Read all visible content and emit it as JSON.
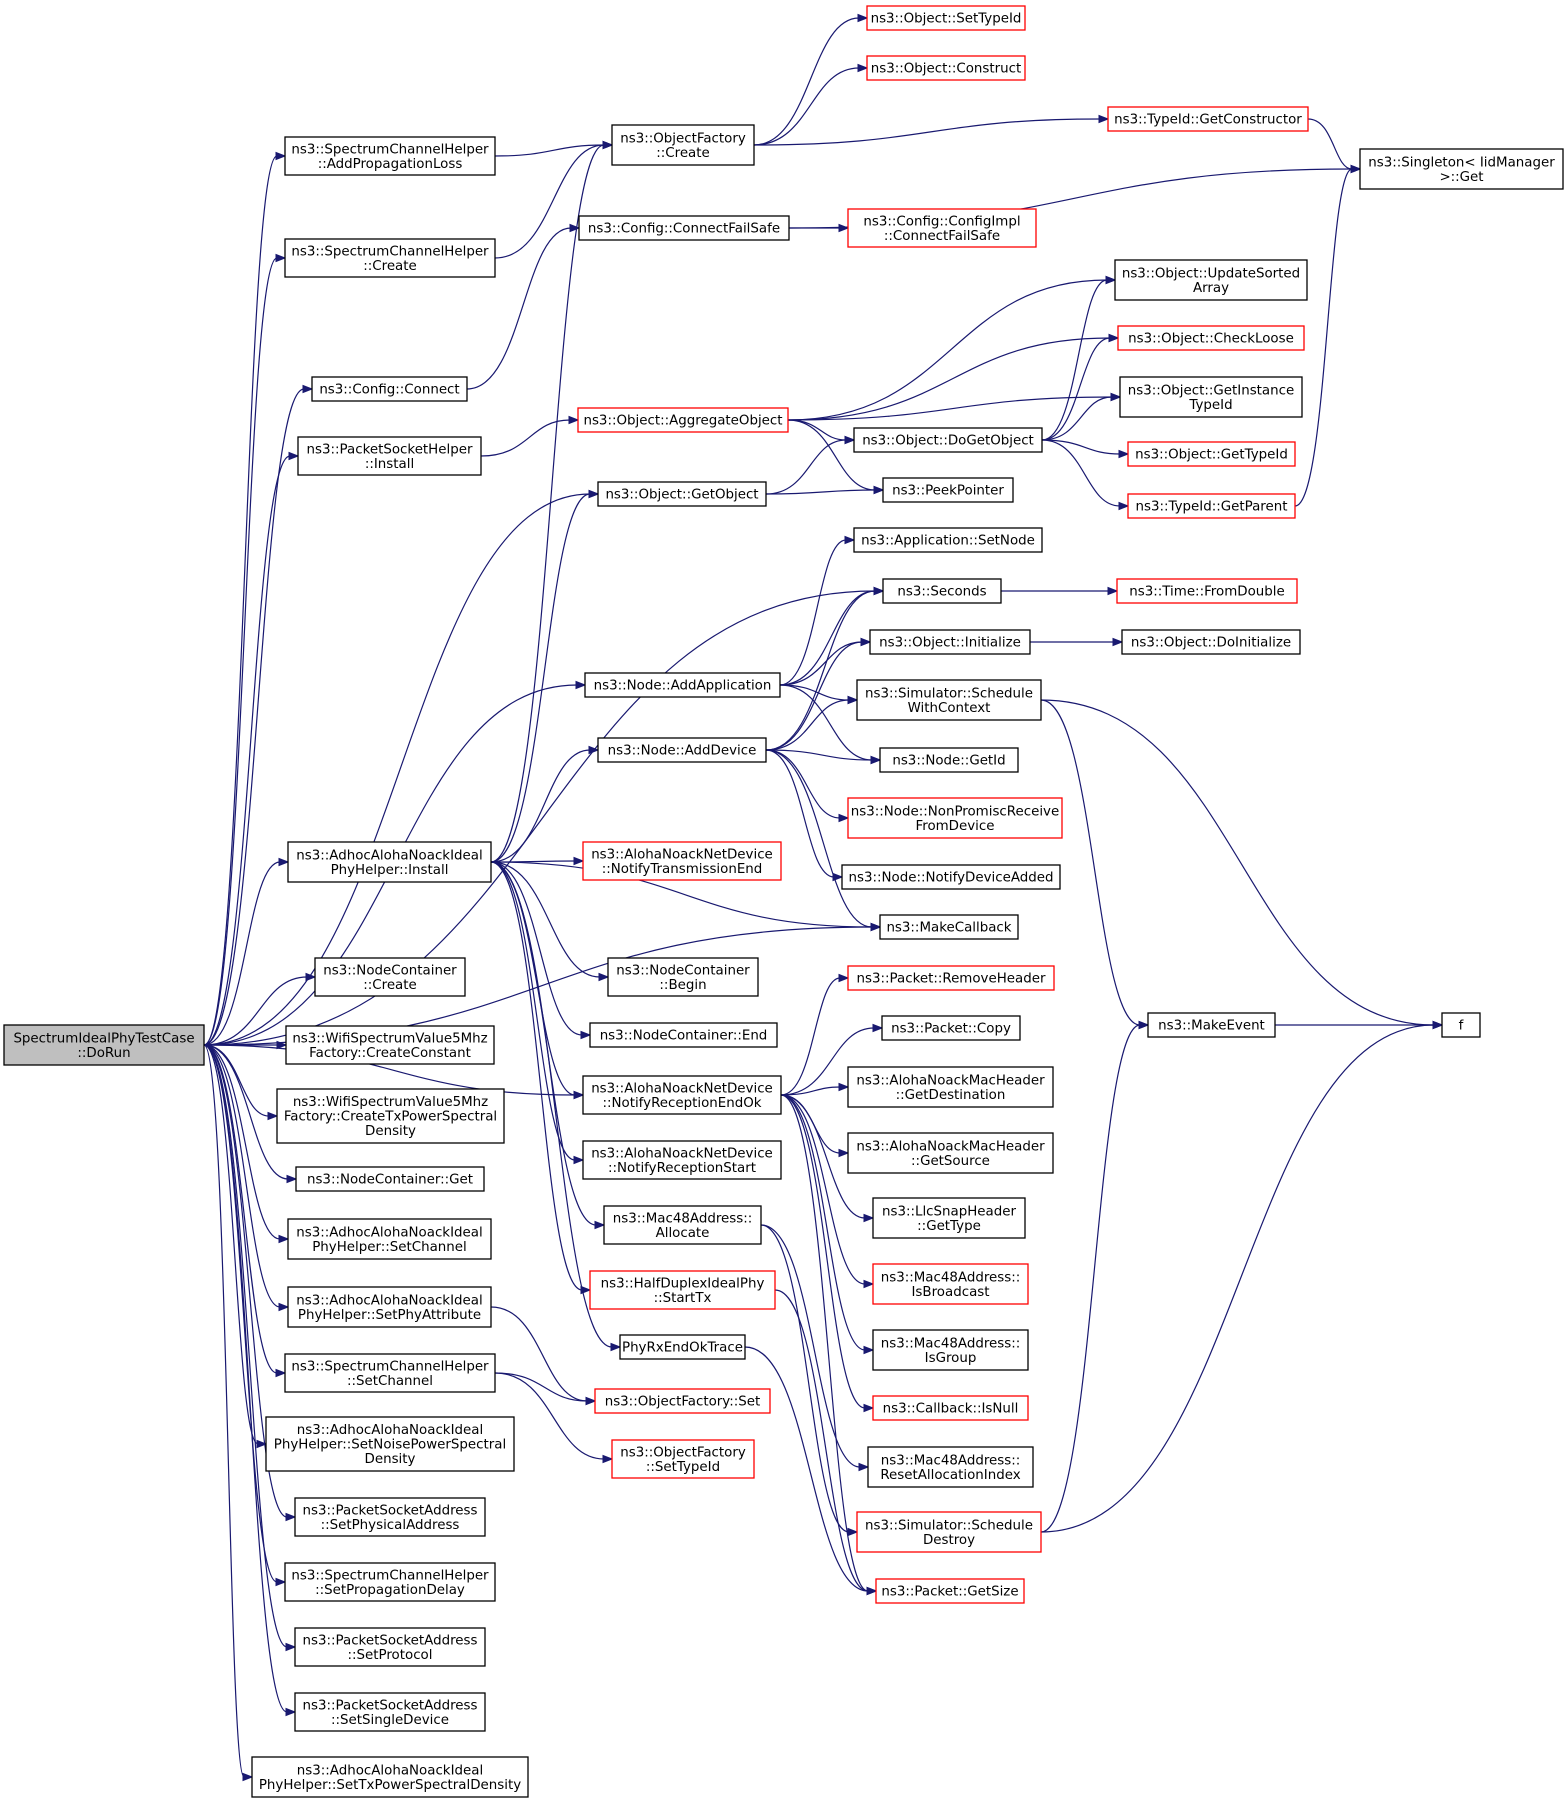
{
  "colors": {
    "edge": "#191970",
    "node_border": "#000000",
    "node_border_external": "#ff0000",
    "root_fill": "#bfbfbf",
    "node_fill": "#ffffff"
  },
  "nodes": {
    "root": {
      "lines": [
        "SpectrumIdealPhyTestCase",
        "::DoRun"
      ],
      "highlight": true
    },
    "spch_addprop": {
      "lines": [
        "ns3::SpectrumChannelHelper",
        "::AddPropagationLoss"
      ]
    },
    "spch_create": {
      "lines": [
        "ns3::SpectrumChannelHelper",
        "::Create"
      ]
    },
    "cfg_connect": {
      "lines": [
        "ns3::Config::Connect"
      ]
    },
    "psh_install": {
      "lines": [
        "ns3::PacketSocketHelper",
        "::Install"
      ]
    },
    "aha_install": {
      "lines": [
        "ns3::AdhocAlohaNoackIdeal",
        "PhyHelper::Install"
      ]
    },
    "nc_create": {
      "lines": [
        "ns3::NodeContainer",
        "::Create"
      ]
    },
    "wsv_const": {
      "lines": [
        "ns3::WifiSpectrumValue5Mhz",
        "Factory::CreateConstant"
      ]
    },
    "wsv_txpsd": {
      "lines": [
        "ns3::WifiSpectrumValue5Mhz",
        "Factory::CreateTxPowerSpectral",
        "Density"
      ]
    },
    "nc_get": {
      "lines": [
        "ns3::NodeContainer::Get"
      ]
    },
    "aha_setchan": {
      "lines": [
        "ns3::AdhocAlohaNoackIdeal",
        "PhyHelper::SetChannel"
      ]
    },
    "aha_setphyattr": {
      "lines": [
        "ns3::AdhocAlohaNoackIdeal",
        "PhyHelper::SetPhyAttribute"
      ]
    },
    "spch_setchan": {
      "lines": [
        "ns3::SpectrumChannelHelper",
        "::SetChannel"
      ]
    },
    "aha_setnoise": {
      "lines": [
        "ns3::AdhocAlohaNoackIdeal",
        "PhyHelper::SetNoisePowerSpectral",
        "Density"
      ]
    },
    "psa_setphys": {
      "lines": [
        "ns3::PacketSocketAddress",
        "::SetPhysicalAddress"
      ]
    },
    "spch_setdelay": {
      "lines": [
        "ns3::SpectrumChannelHelper",
        "::SetPropagationDelay"
      ]
    },
    "psa_setproto": {
      "lines": [
        "ns3::PacketSocketAddress",
        "::SetProtocol"
      ]
    },
    "psa_setsingle": {
      "lines": [
        "ns3::PacketSocketAddress",
        "::SetSingleDevice"
      ]
    },
    "aha_settxpsd": {
      "lines": [
        "ns3::AdhocAlohaNoackIdeal",
        "PhyHelper::SetTxPowerSpectralDensity"
      ]
    },
    "of_create": {
      "lines": [
        "ns3::ObjectFactory",
        "::Create"
      ]
    },
    "cfg_cfs": {
      "lines": [
        "ns3::Config::ConnectFailSafe"
      ]
    },
    "obj_aggr": {
      "lines": [
        "ns3::Object::AggregateObject"
      ],
      "external": true
    },
    "obj_getobj": {
      "lines": [
        "ns3::Object::GetObject"
      ]
    },
    "node_addapp": {
      "lines": [
        "ns3::Node::AddApplication"
      ]
    },
    "node_adddev": {
      "lines": [
        "ns3::Node::AddDevice"
      ]
    },
    "anid_notifytxend": {
      "lines": [
        "ns3::AlohaNoackNetDevice",
        "::NotifyTransmissionEnd"
      ],
      "external": true
    },
    "nc_begin": {
      "lines": [
        "ns3::NodeContainer",
        "::Begin"
      ]
    },
    "nc_end": {
      "lines": [
        "ns3::NodeContainer::End"
      ]
    },
    "anid_notifyrxok": {
      "lines": [
        "ns3::AlohaNoackNetDevice",
        "::NotifyReceptionEndOk"
      ]
    },
    "anid_notifyrxstart": {
      "lines": [
        "ns3::AlohaNoackNetDevice",
        "::NotifyReceptionStart"
      ]
    },
    "mac48_alloc": {
      "lines": [
        "ns3::Mac48Address::",
        "Allocate"
      ]
    },
    "hdip_starttx": {
      "lines": [
        "ns3::HalfDuplexIdealPhy",
        "::StartTx"
      ],
      "external": true
    },
    "phyrx_trace": {
      "lines": [
        "PhyRxEndOkTrace"
      ]
    },
    "of_set": {
      "lines": [
        "ns3::ObjectFactory::Set"
      ],
      "external": true
    },
    "of_settypeid": {
      "lines": [
        "ns3::ObjectFactory",
        "::SetTypeId"
      ],
      "external": true
    },
    "obj_settypeid": {
      "lines": [
        "ns3::Object::SetTypeId"
      ],
      "external": true
    },
    "obj_construct": {
      "lines": [
        "ns3::Object::Construct"
      ],
      "external": true
    },
    "tid_getctor": {
      "lines": [
        "ns3::TypeId::GetConstructor"
      ],
      "external": true
    },
    "cfgimpl_cfs": {
      "lines": [
        "ns3::Config::ConfigImpl",
        "::ConnectFailSafe"
      ],
      "external": true
    },
    "obj_updsorted": {
      "lines": [
        "ns3::Object::UpdateSorted",
        "Array"
      ]
    },
    "obj_checkloose": {
      "lines": [
        "ns3::Object::CheckLoose"
      ],
      "external": true
    },
    "obj_getinst": {
      "lines": [
        "ns3::Object::GetInstance",
        "TypeId"
      ]
    },
    "obj_dogetobj": {
      "lines": [
        "ns3::Object::DoGetObject"
      ]
    },
    "peekptr": {
      "lines": [
        "ns3::PeekPointer"
      ]
    },
    "obj_gettypeid": {
      "lines": [
        "ns3::Object::GetTypeId"
      ],
      "external": true
    },
    "tid_getparent": {
      "lines": [
        "ns3::TypeId::GetParent"
      ],
      "external": true
    },
    "app_setnode": {
      "lines": [
        "ns3::Application::SetNode"
      ]
    },
    "seconds": {
      "lines": [
        "ns3::Seconds"
      ]
    },
    "obj_init": {
      "lines": [
        "ns3::Object::Initialize"
      ]
    },
    "sim_schedctx": {
      "lines": [
        "ns3::Simulator::Schedule",
        "WithContext"
      ]
    },
    "node_getid": {
      "lines": [
        "ns3::Node::GetId"
      ]
    },
    "node_nonpromisc": {
      "lines": [
        "ns3::Node::NonPromiscReceive",
        "FromDevice"
      ],
      "external": true
    },
    "node_notifydevadded": {
      "lines": [
        "ns3::Node::NotifyDeviceAdded"
      ]
    },
    "makecallback": {
      "lines": [
        "ns3::MakeCallback"
      ]
    },
    "pkt_removehdr": {
      "lines": [
        "ns3::Packet::RemoveHeader"
      ],
      "external": true
    },
    "pkt_copy": {
      "lines": [
        "ns3::Packet::Copy"
      ]
    },
    "anmh_getdest": {
      "lines": [
        "ns3::AlohaNoackMacHeader",
        "::GetDestination"
      ]
    },
    "anmh_getsrc": {
      "lines": [
        "ns3::AlohaNoackMacHeader",
        "::GetSource"
      ]
    },
    "llc_gettype": {
      "lines": [
        "ns3::LlcSnapHeader",
        "::GetType"
      ]
    },
    "mac48_isbcast": {
      "lines": [
        "ns3::Mac48Address::",
        "IsBroadcast"
      ],
      "external": true
    },
    "mac48_isgroup": {
      "lines": [
        "ns3::Mac48Address::",
        "IsGroup"
      ]
    },
    "cb_isnull": {
      "lines": [
        "ns3::Callback::IsNull"
      ],
      "external": true
    },
    "mac48_resetalloc": {
      "lines": [
        "ns3::Mac48Address::",
        "ResetAllocationIndex"
      ]
    },
    "sim_scheddestroy": {
      "lines": [
        "ns3::Simulator::Schedule",
        "Destroy"
      ],
      "external": true
    },
    "pkt_getsize": {
      "lines": [
        "ns3::Packet::GetSize"
      ],
      "external": true
    },
    "singleton_get": {
      "lines": [
        "ns3::Singleton< IidManager",
        ">::Get"
      ]
    },
    "time_fromdouble": {
      "lines": [
        "ns3::Time::FromDouble"
      ],
      "external": true
    },
    "obj_doinit": {
      "lines": [
        "ns3::Object::DoInitialize"
      ]
    },
    "makeevent": {
      "lines": [
        "ns3::MakeEvent"
      ]
    },
    "f": {
      "lines": [
        "f"
      ]
    }
  },
  "edges": [
    [
      "root",
      "spch_addprop"
    ],
    [
      "root",
      "spch_create"
    ],
    [
      "root",
      "cfg_connect"
    ],
    [
      "root",
      "psh_install"
    ],
    [
      "root",
      "obj_getobj"
    ],
    [
      "root",
      "seconds"
    ],
    [
      "root",
      "node_addapp"
    ],
    [
      "root",
      "makecallback"
    ],
    [
      "root",
      "aha_install"
    ],
    [
      "root",
      "anid_notifyrxok"
    ],
    [
      "root",
      "nc_create"
    ],
    [
      "root",
      "wsv_const"
    ],
    [
      "root",
      "wsv_txpsd"
    ],
    [
      "root",
      "nc_get"
    ],
    [
      "root",
      "aha_setchan"
    ],
    [
      "root",
      "aha_setphyattr"
    ],
    [
      "root",
      "spch_setchan"
    ],
    [
      "root",
      "aha_setnoise"
    ],
    [
      "root",
      "psa_setphys"
    ],
    [
      "root",
      "spch_setdelay"
    ],
    [
      "root",
      "psa_setproto"
    ],
    [
      "root",
      "psa_setsingle"
    ],
    [
      "root",
      "aha_settxpsd"
    ],
    [
      "spch_addprop",
      "of_create"
    ],
    [
      "spch_create",
      "of_create"
    ],
    [
      "cfg_connect",
      "cfg_cfs"
    ],
    [
      "psh_install",
      "obj_aggr"
    ],
    [
      "aha_install",
      "of_create"
    ],
    [
      "aha_install",
      "obj_getobj"
    ],
    [
      "aha_install",
      "node_adddev"
    ],
    [
      "aha_install",
      "anid_notifytxend"
    ],
    [
      "aha_install",
      "makecallback"
    ],
    [
      "aha_install",
      "nc_begin"
    ],
    [
      "aha_install",
      "nc_end"
    ],
    [
      "aha_install",
      "anid_notifyrxok"
    ],
    [
      "aha_install",
      "anid_notifyrxstart"
    ],
    [
      "aha_install",
      "mac48_alloc"
    ],
    [
      "aha_install",
      "hdip_starttx"
    ],
    [
      "aha_install",
      "phyrx_trace"
    ],
    [
      "aha_setphyattr",
      "of_set"
    ],
    [
      "spch_setchan",
      "of_set"
    ],
    [
      "spch_setchan",
      "of_settypeid"
    ],
    [
      "of_create",
      "obj_settypeid"
    ],
    [
      "of_create",
      "obj_construct"
    ],
    [
      "of_create",
      "tid_getctor"
    ],
    [
      "tid_getctor",
      "singleton_get"
    ],
    [
      "cfg_cfs",
      "singleton_get"
    ],
    [
      "cfg_cfs",
      "cfgimpl_cfs"
    ],
    [
      "obj_aggr",
      "obj_updsorted"
    ],
    [
      "obj_aggr",
      "obj_checkloose"
    ],
    [
      "obj_aggr",
      "obj_getinst"
    ],
    [
      "obj_aggr",
      "obj_dogetobj"
    ],
    [
      "obj_aggr",
      "peekptr"
    ],
    [
      "obj_getobj",
      "obj_dogetobj"
    ],
    [
      "obj_getobj",
      "peekptr"
    ],
    [
      "obj_dogetobj",
      "obj_updsorted"
    ],
    [
      "obj_dogetobj",
      "obj_checkloose"
    ],
    [
      "obj_dogetobj",
      "obj_getinst"
    ],
    [
      "obj_dogetobj",
      "obj_gettypeid"
    ],
    [
      "obj_dogetobj",
      "tid_getparent"
    ],
    [
      "tid_getparent",
      "singleton_get"
    ],
    [
      "node_addapp",
      "app_setnode"
    ],
    [
      "node_addapp",
      "seconds"
    ],
    [
      "node_addapp",
      "obj_init"
    ],
    [
      "node_addapp",
      "sim_schedctx"
    ],
    [
      "node_addapp",
      "node_getid"
    ],
    [
      "node_adddev",
      "seconds"
    ],
    [
      "node_adddev",
      "obj_init"
    ],
    [
      "node_adddev",
      "sim_schedctx"
    ],
    [
      "node_adddev",
      "node_getid"
    ],
    [
      "node_adddev",
      "node_nonpromisc"
    ],
    [
      "node_adddev",
      "node_notifydevadded"
    ],
    [
      "node_adddev",
      "makecallback"
    ],
    [
      "seconds",
      "time_fromdouble"
    ],
    [
      "obj_init",
      "obj_doinit"
    ],
    [
      "sim_schedctx",
      "makeevent"
    ],
    [
      "sim_schedctx",
      "f"
    ],
    [
      "makeevent",
      "f"
    ],
    [
      "anid_notifyrxok",
      "pkt_removehdr"
    ],
    [
      "anid_notifyrxok",
      "pkt_copy"
    ],
    [
      "anid_notifyrxok",
      "anmh_getdest"
    ],
    [
      "anid_notifyrxok",
      "anmh_getsrc"
    ],
    [
      "anid_notifyrxok",
      "llc_gettype"
    ],
    [
      "anid_notifyrxok",
      "mac48_isbcast"
    ],
    [
      "anid_notifyrxok",
      "mac48_isgroup"
    ],
    [
      "anid_notifyrxok",
      "cb_isnull"
    ],
    [
      "anid_notifyrxok",
      "pkt_getsize"
    ],
    [
      "mac48_alloc",
      "mac48_resetalloc"
    ],
    [
      "mac48_alloc",
      "sim_scheddestroy"
    ],
    [
      "hdip_starttx",
      "pkt_getsize"
    ],
    [
      "phyrx_trace",
      "pkt_getsize"
    ],
    [
      "sim_scheddestroy",
      "makeevent"
    ],
    [
      "sim_scheddestroy",
      "f"
    ]
  ]
}
